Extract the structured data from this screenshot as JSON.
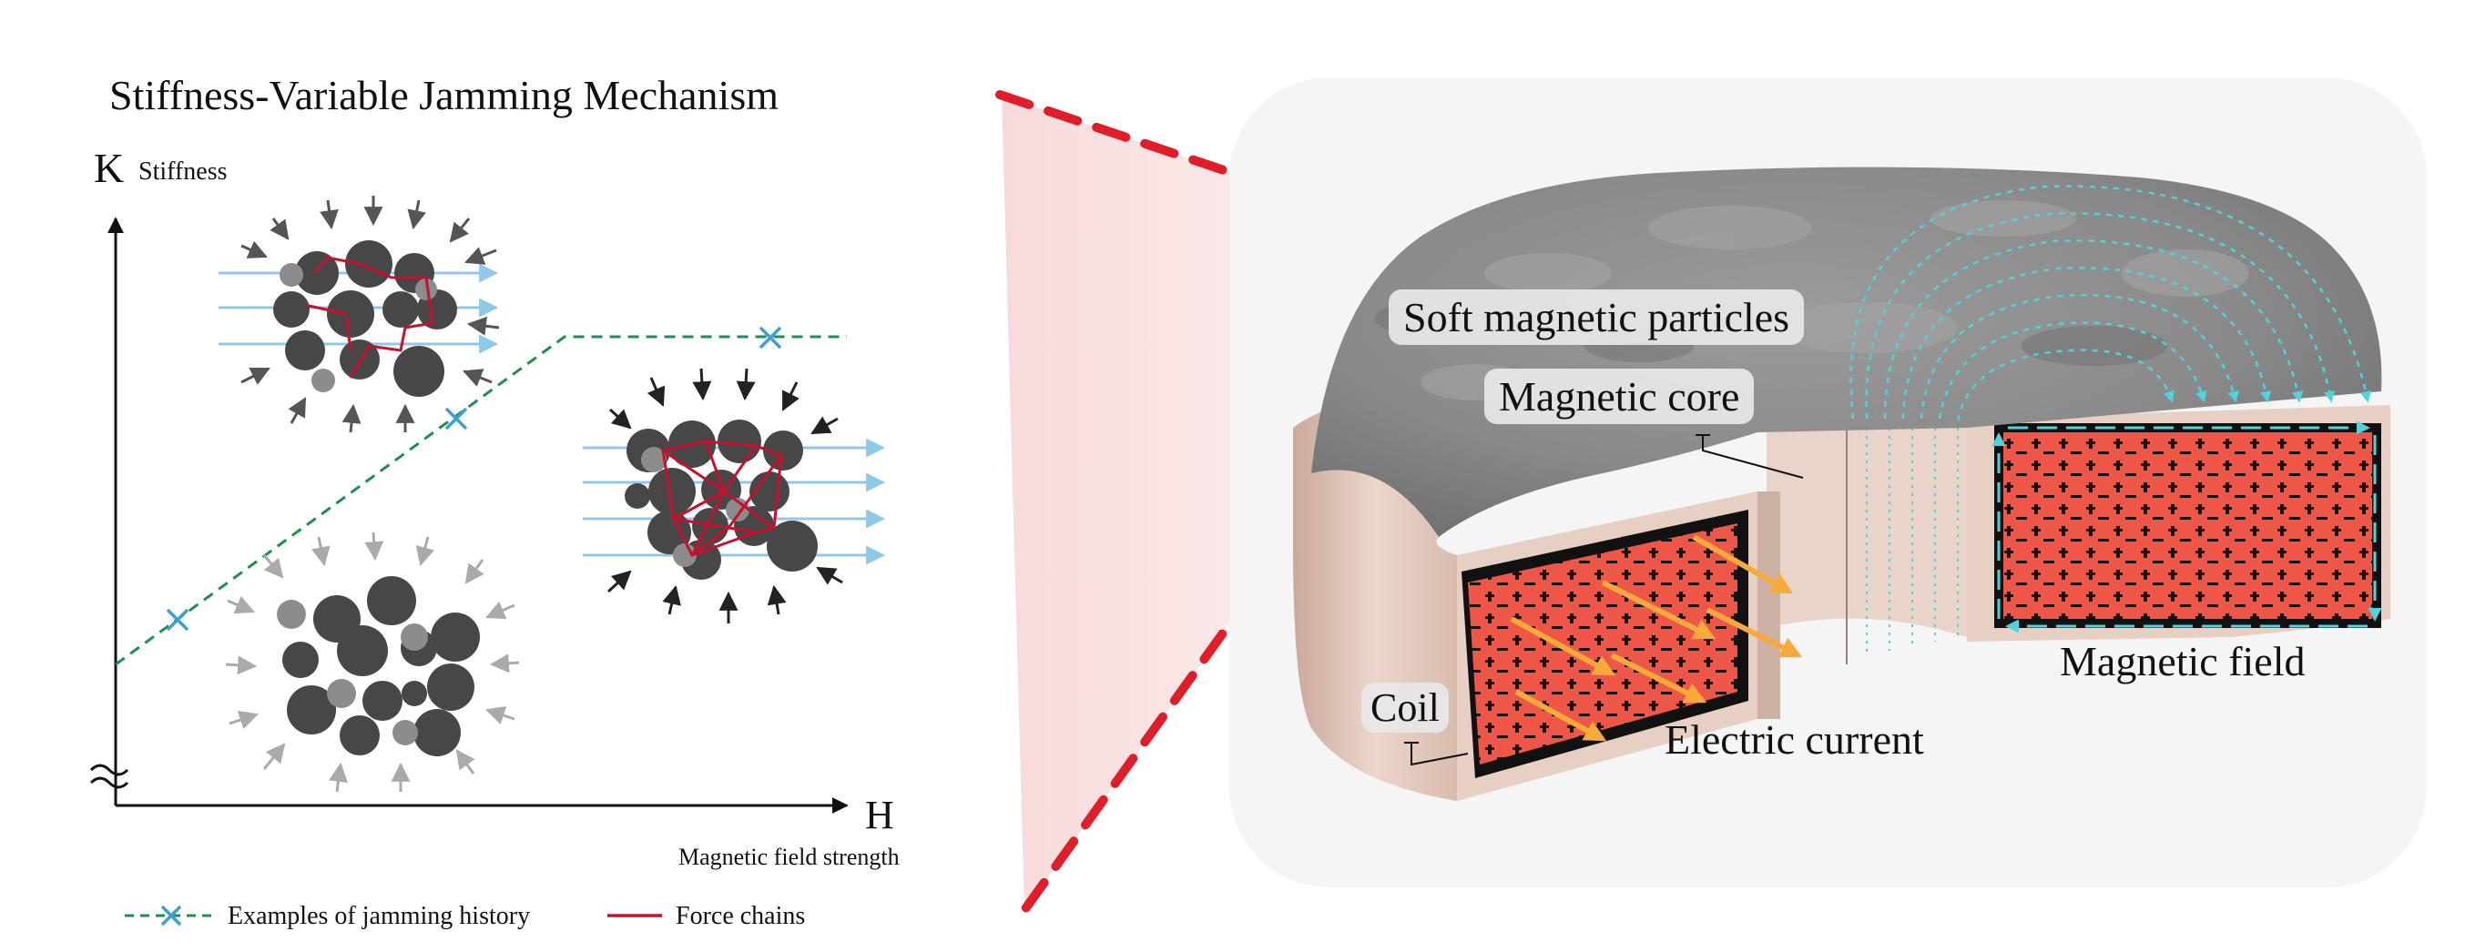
{
  "left_panel": {
    "title": "Stiffness-Variable Jamming Mechanism",
    "y_axis_symbol": "K",
    "y_axis_label": "Stiffness",
    "x_axis_symbol": "H",
    "x_axis_label": "Magnetic field strength",
    "legend": [
      {
        "label": "Examples of jamming history",
        "color": "#1e8f4e",
        "marker_color": "#3aa0d8"
      },
      {
        "label": "Force chains",
        "color": "#c8102e"
      }
    ]
  },
  "right_panel": {
    "labels": {
      "particles": "Soft magnetic particles",
      "core": "Magnetic core",
      "coil": "Coil",
      "current": "Electric current",
      "field": "Magnetic field"
    }
  },
  "colors": {
    "particle_dark": "#474747",
    "particle_light": "#8c8c8c",
    "field_line": "#8fc9ea",
    "force_chain": "#c8102e",
    "zoom_dash": "#e01e2a",
    "zoom_fill": "#f7d6d6",
    "coil_red": "#ee5648",
    "coil_shell": "#e7cfc4",
    "current_arrow": "#f7a93a",
    "field_cyan": "#4fd3dd"
  }
}
